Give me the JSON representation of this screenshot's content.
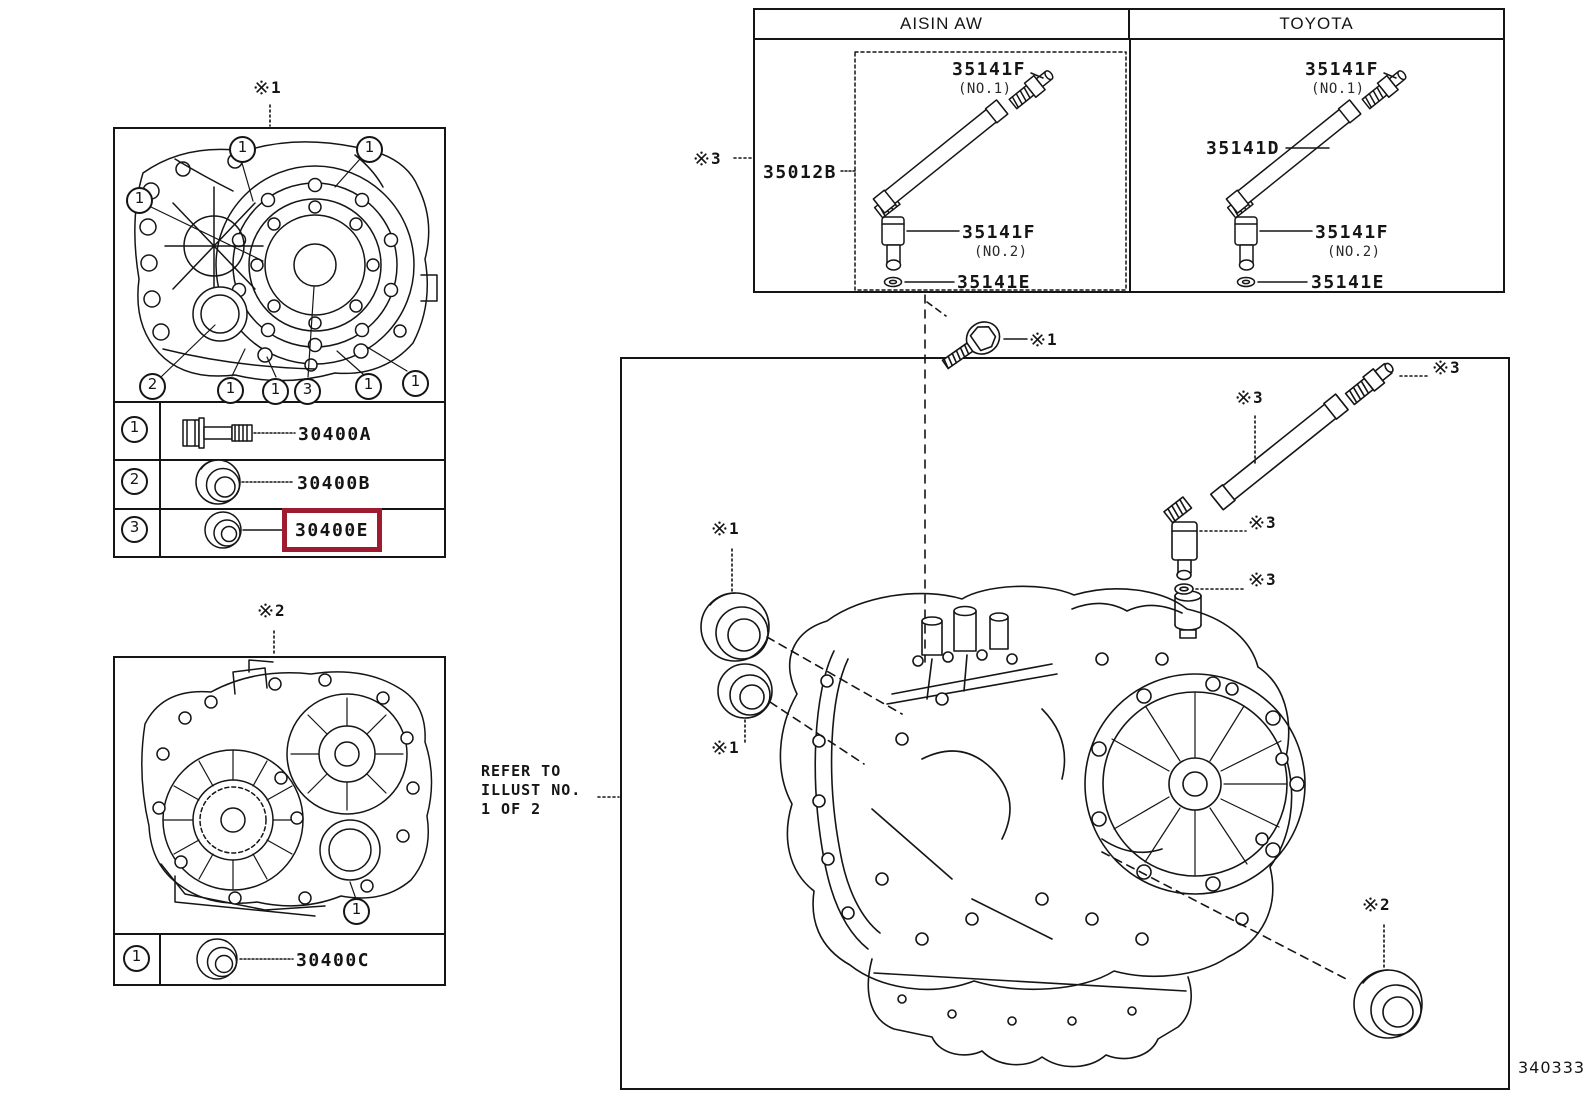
{
  "page": {
    "footer_code": "340333",
    "background": "#ffffff",
    "line_color": "#151515",
    "highlight_color": "#9D1C30"
  },
  "reference_marks": {
    "symbol": "※",
    "no1": "1",
    "no2": "2",
    "no3": "3"
  },
  "supplier_table": {
    "columns": [
      "AISIN AW",
      "TOYOTA"
    ],
    "aisin": {
      "assembly": "35012B",
      "fitting_top": "35141F",
      "fitting_top_sub": "(NO.1)",
      "fitting_elbow": "35141F",
      "fitting_elbow_sub": "(NO.2)",
      "gasket": "35141E"
    },
    "toyota": {
      "tube": "35141D",
      "fitting_top": "35141F",
      "fitting_top_sub": "(NO.1)",
      "fitting_elbow": "35141F",
      "fitting_elbow_sub": "(NO.2)",
      "gasket": "35141E"
    }
  },
  "illust1": {
    "callouts": [
      "1",
      "1",
      "1",
      "2",
      "1",
      "1",
      "3",
      "1",
      "1"
    ],
    "legend": [
      {
        "num": "1",
        "part": "30400A"
      },
      {
        "num": "2",
        "part": "30400B"
      },
      {
        "num": "3",
        "part": "30400E",
        "highlighted": true
      }
    ]
  },
  "illust2": {
    "callouts": [
      "1"
    ],
    "legend": [
      {
        "num": "1",
        "part": "30400C"
      }
    ]
  },
  "main_view": {
    "note_line1": "REFER TO",
    "note_line2": "ILLUST NO.",
    "note_line3": "1 OF 2"
  }
}
